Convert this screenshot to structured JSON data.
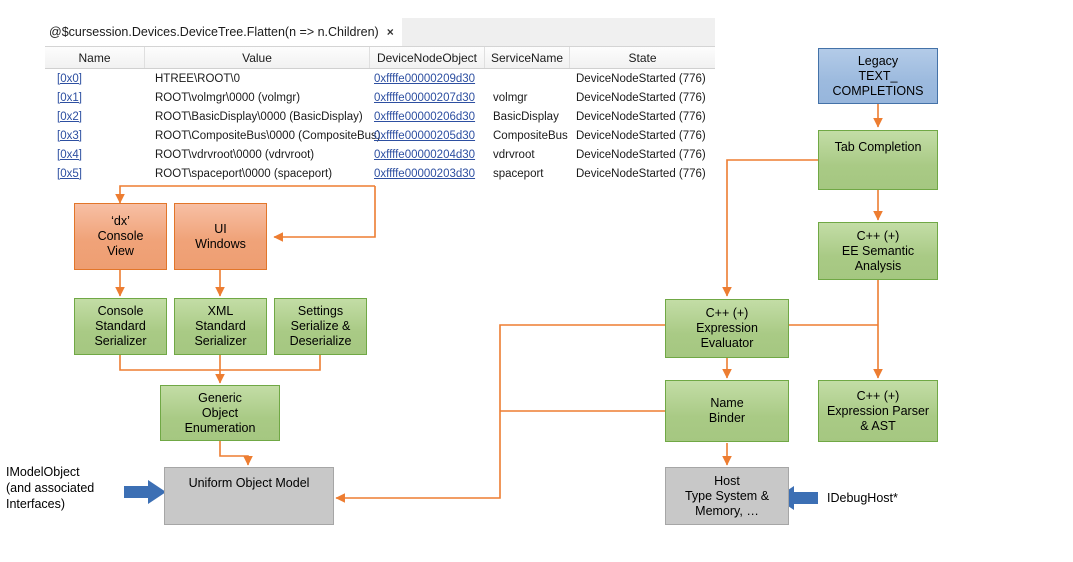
{
  "debugger_window": {
    "tab": {
      "label": "@$cursession.Devices.DeviceTree.Flatten(n => n.Children)",
      "close_glyph": "×"
    },
    "columns": [
      "Name",
      "Value",
      "DeviceNodeObject",
      "ServiceName",
      "State"
    ],
    "rows": [
      {
        "name": "[0x0]",
        "value": "HTREE\\ROOT\\0",
        "node": "0xffffe00000209d30",
        "service": "",
        "state": "DeviceNodeStarted (776)"
      },
      {
        "name": "[0x1]",
        "value": "ROOT\\volmgr\\0000 (volmgr)",
        "node": "0xffffe00000207d30",
        "service": "volmgr",
        "state": "DeviceNodeStarted (776)"
      },
      {
        "name": "[0x2]",
        "value": "ROOT\\BasicDisplay\\0000 (BasicDisplay)",
        "node": "0xffffe00000206d30",
        "service": "BasicDisplay",
        "state": "DeviceNodeStarted (776)"
      },
      {
        "name": "[0x3]",
        "value": "ROOT\\CompositeBus\\0000 (CompositeBus)",
        "node": "0xffffe00000205d30",
        "service": "CompositeBus",
        "state": "DeviceNodeStarted (776)"
      },
      {
        "name": "[0x4]",
        "value": "ROOT\\vdrvroot\\0000 (vdrvroot)",
        "node": "0xffffe00000204d30",
        "service": "vdrvroot",
        "state": "DeviceNodeStarted (776)"
      },
      {
        "name": "[0x5]",
        "value": "ROOT\\spaceport\\0000 (spaceport)",
        "node": "0xffffe00000203d30",
        "service": "spaceport",
        "state": "DeviceNodeStarted (776)"
      }
    ]
  },
  "diagram": {
    "nodes": {
      "dx_console_view": {
        "lines": [
          "‘dx’",
          "Console",
          "View"
        ]
      },
      "ui_windows": {
        "lines": [
          "UI",
          "Windows"
        ]
      },
      "console_serializer": {
        "lines": [
          "Console",
          "Standard",
          "Serializer"
        ]
      },
      "xml_serializer": {
        "lines": [
          "XML",
          "Standard",
          "Serializer"
        ]
      },
      "settings_serialize": {
        "lines": [
          "Settings",
          "Serialize &",
          "Deserialize"
        ]
      },
      "generic_object_enum": {
        "lines": [
          "Generic",
          "Object",
          "Enumeration"
        ]
      },
      "uniform_object_model": {
        "lines": [
          "Uniform Object Model"
        ]
      },
      "legacy_text_completions": {
        "lines": [
          "Legacy",
          "TEXT_",
          "COMPLETIONS"
        ]
      },
      "tab_completion": {
        "lines": [
          "Tab Completion"
        ]
      },
      "ee_semantic_analysis": {
        "lines": [
          "C++ (+)",
          "EE Semantic",
          "Analysis"
        ]
      },
      "expression_evaluator": {
        "lines": [
          "C++ (+)",
          "Expression",
          "Evaluator"
        ]
      },
      "name_binder": {
        "lines": [
          "Name",
          "Binder"
        ]
      },
      "expression_parser": {
        "lines": [
          "C++ (+)",
          "Expression Parser",
          "& AST"
        ]
      },
      "host_type_system": {
        "lines": [
          "Host",
          "Type System &",
          "Memory, …"
        ]
      }
    },
    "labels": {
      "imodelobject": [
        "IModelObject",
        "(and associated",
        "Interfaces)"
      ],
      "idebughost": "IDebugHost*"
    },
    "colors": {
      "orange_fill": "#f0a379",
      "orange_stroke": "#e2762a",
      "green_fill": "#a9ca85",
      "green_stroke": "#70a845",
      "blue_fill": "#9cbade",
      "blue_stroke": "#4472a8",
      "gray_fill": "#c8c8c8",
      "gray_stroke": "#a6a6a6",
      "connector": "#ed7d31",
      "blue_arrow": "#3c6fb4",
      "link_text": "#2d4fa1"
    }
  }
}
